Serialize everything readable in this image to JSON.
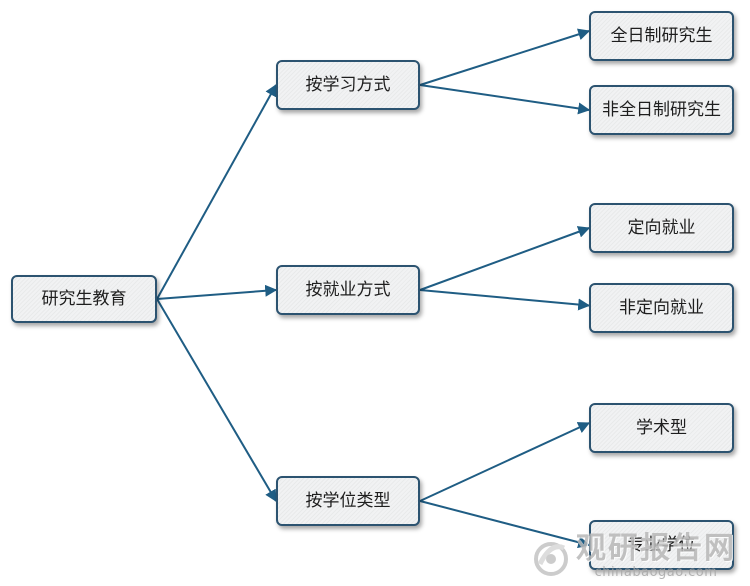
{
  "root": {
    "label": "研究生教育"
  },
  "categories": [
    {
      "label": "按学习方式",
      "children": [
        {
          "label": "全日制研究生"
        },
        {
          "label": "非全日制研究生"
        }
      ]
    },
    {
      "label": "按就业方式",
      "children": [
        {
          "label": "定向就业"
        },
        {
          "label": "非定向就业"
        }
      ]
    },
    {
      "label": "按学位类型",
      "children": [
        {
          "label": "学术型"
        },
        {
          "label": "专业学位"
        }
      ]
    }
  ],
  "watermark": {
    "title": "观研报告网",
    "url": "chinabaogao.com"
  },
  "colors": {
    "connector": "#1f5d84",
    "border": "#2c5370",
    "fill": "#f1f2f3"
  }
}
